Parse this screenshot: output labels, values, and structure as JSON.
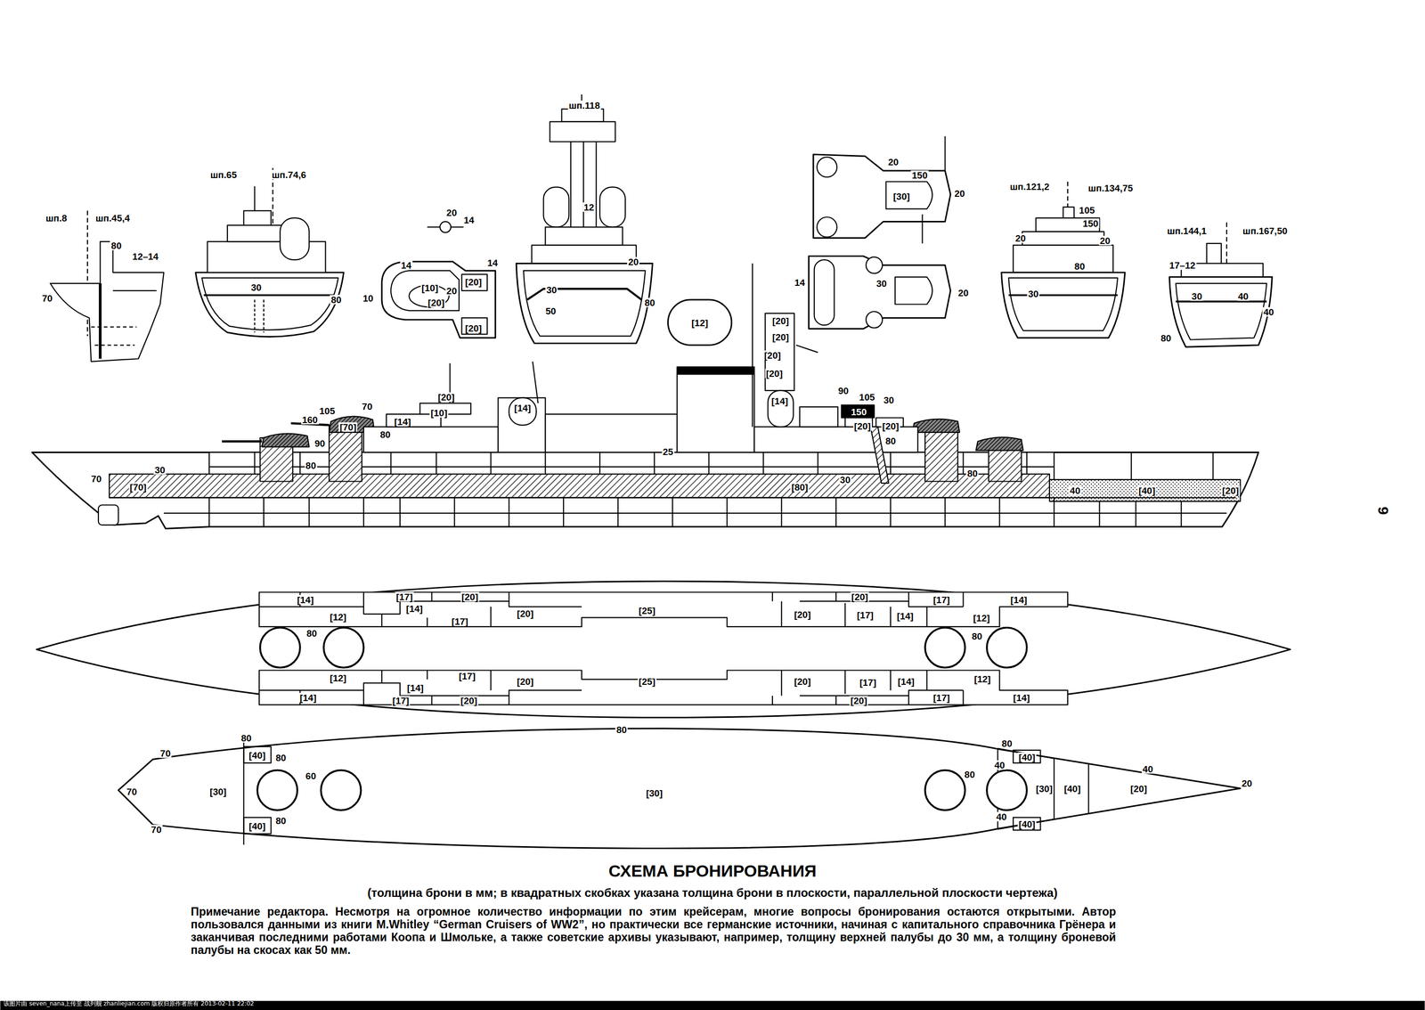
{
  "diagram": {
    "title": "СХЕМА БРОНИРОВАНИЯ",
    "caption": "(толщина брони в мм; в квадратных скобках указана толщина брони в плоскости, параллельной плоскости чертежа)",
    "labels": [
      "шп.8",
      "шп.45,4",
      "80",
      "12–14",
      "70",
      "шп.65",
      "шп.74,6",
      "30",
      "80",
      "20",
      "14",
      "14",
      "14",
      "[20]",
      "10",
      "[10]",
      "20",
      "[20]",
      "[20]",
      "шп.118",
      "12",
      "20",
      "30",
      "50",
      "80",
      "[12]",
      "20",
      "150",
      "[30]",
      "20",
      "14",
      "30",
      "20",
      "шп.121,2",
      "шп.134,75",
      "105",
      "150",
      "20",
      "20",
      "80",
      "30",
      "шп.144,1",
      "шп.167,50",
      "17–12",
      "30",
      "40",
      "80",
      "40",
      "[20]",
      "[20]",
      "[20]",
      "[20]",
      "[14]",
      "[14]",
      "[20]",
      "[10]",
      "[14]",
      "105",
      "160",
      "70",
      "[70]",
      "90",
      "80",
      "80",
      "70",
      "30",
      "[70]",
      "25",
      "90",
      "105",
      "30",
      "150",
      "[20]",
      "[20]",
      "80",
      "30",
      "[80]",
      "80",
      "40",
      "[40]",
      "[20]",
      "[14]",
      "[17]",
      "[20]",
      "[12]",
      "[14]",
      "[17]",
      "[20]",
      "[25]",
      "[20]",
      "[17]",
      "[14]",
      "[20]",
      "[17]",
      "[14]",
      "[12]",
      "80",
      "80",
      "[12]",
      "[17]",
      "[14]",
      "[20]",
      "[25]",
      "[20]",
      "[17]",
      "[14]",
      "[12]",
      "[14]",
      "[17]",
      "[20]",
      "[20]",
      "[17]",
      "[14]",
      "80",
      "80",
      "70",
      "[40]",
      "80",
      "70",
      "[30]",
      "60",
      "[30]",
      "80",
      "80",
      "[40]",
      "40",
      "[30]",
      "[40]",
      "[20]",
      "40",
      "20",
      "40",
      "[40]",
      "80",
      "[40]",
      "70",
      "9",
      "Примечание редактора. Несмотря на огромное количество информации по этим крейсерам, многие вопросы бронирования остаются открытыми. Автор пользовался данными из книги M.Whitley “German Cruisers of WW2”, но практически все германские источники, начиная с капитального справочника Грёнера и заканчивая последними работами Коопа и Шмольке, а также советские архивы указывают, например, толщину верхней палубы до 30 мм, а толщину броневой палубы на скосах как 50 мм.",
      "该图片由 seven_nana上传至 战列舰 zhanliejian.com 版权归原作者所有 2013-02-11 22:02"
    ]
  }
}
